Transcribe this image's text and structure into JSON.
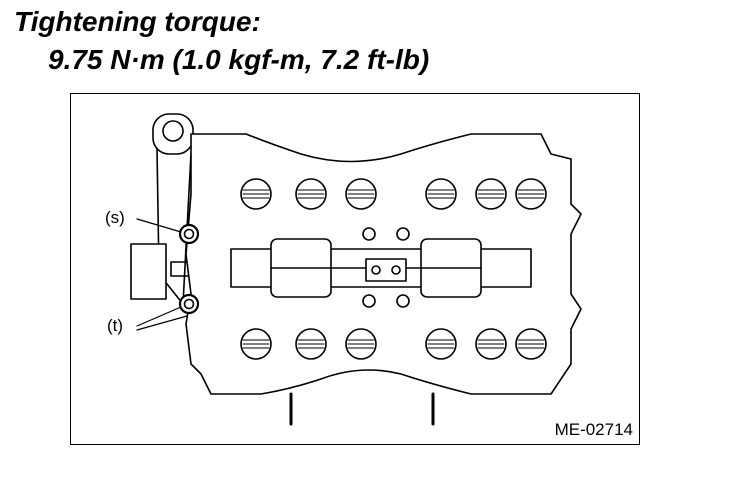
{
  "heading": {
    "line1": "Tightening torque:",
    "line2": "9.75 N·m (1.0 kgf-m, 7.2 ft-lb)"
  },
  "diagram": {
    "callouts": [
      {
        "id": "s",
        "label": "(s)"
      },
      {
        "id": "t",
        "label": "(t)"
      }
    ],
    "figure_id": "ME-02714"
  }
}
